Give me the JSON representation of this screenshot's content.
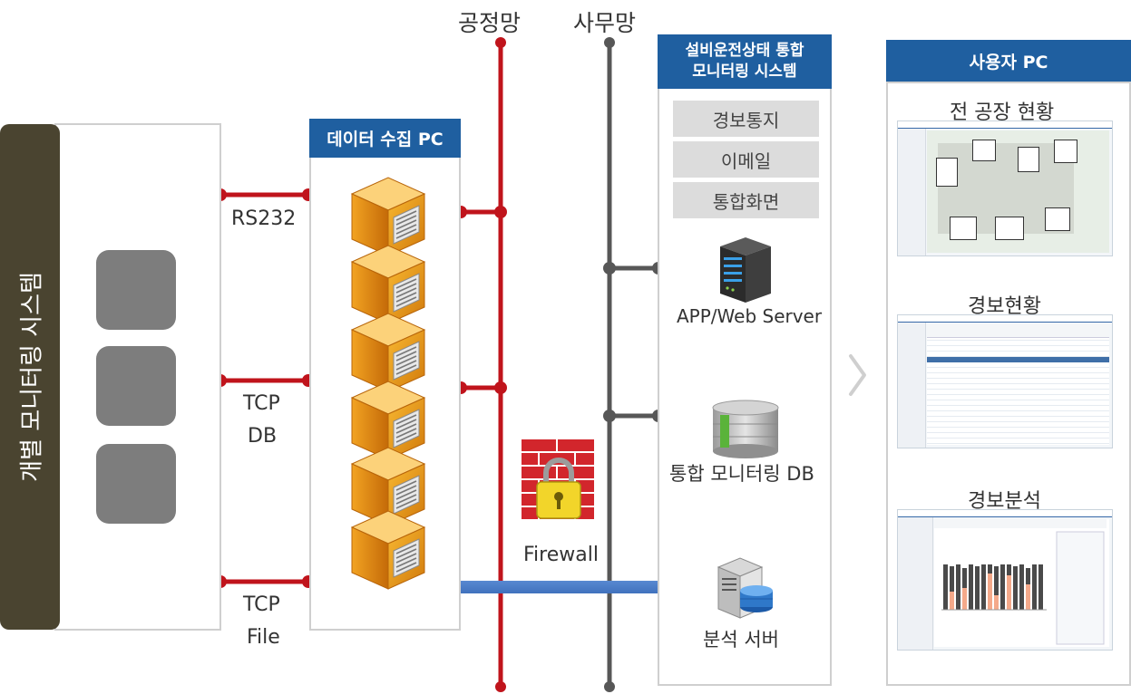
{
  "network": {
    "factory": "공정망",
    "office": "사무망"
  },
  "individual_system": {
    "title": "개별 모니터링 시스템"
  },
  "links": [
    {
      "label_lines": [
        "RS232"
      ]
    },
    {
      "label_lines": [
        "TCP",
        "DB"
      ]
    },
    {
      "label_lines": [
        "TCP",
        "File"
      ]
    }
  ],
  "collection_pc": {
    "title": "데이터 수집 PC"
  },
  "firewall": {
    "label": "Firewall"
  },
  "monitoring_system": {
    "title_lines": [
      "설비운전상태 통합",
      "모니터링 시스템"
    ],
    "functions": [
      "경보통지",
      "이메일",
      "통합화면"
    ],
    "app_server": "APP/Web Server",
    "db": "통합 모니터링 DB",
    "analysis_server": "분석 서버"
  },
  "user_pc": {
    "title": "사용자 PC",
    "screens": [
      "전 공장 현황",
      "경보현황",
      "경보분석"
    ]
  },
  "colors": {
    "factory_net": "#c0141c",
    "office_net": "#575757",
    "header_blue": "#1f5fa0",
    "system_bar": "#4a4430",
    "arrow_blue": "#3f74c5"
  }
}
